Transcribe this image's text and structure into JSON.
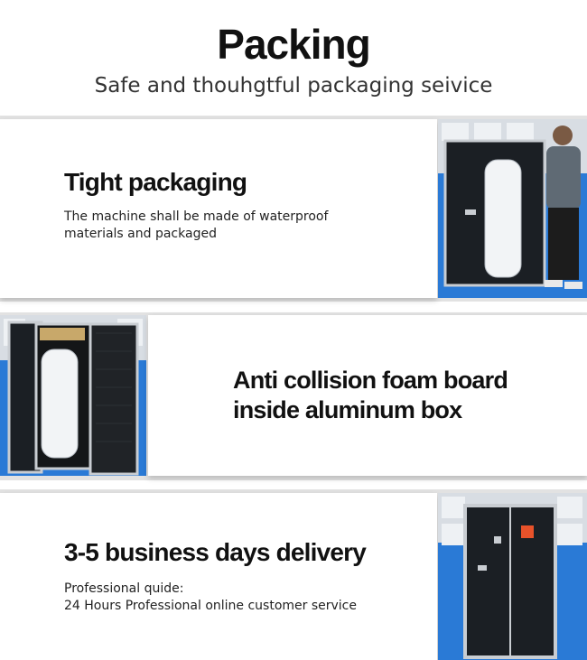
{
  "header": {
    "title": "Packing",
    "subtitle": "Safe and thouhgtful packaging seivice"
  },
  "sections": [
    {
      "heading": "Tight packaging",
      "body_lines": [
        "The machine shall be made of waterproof",
        "materials and packaged"
      ],
      "photo_icon": "case-with-machine-and-person-photo"
    },
    {
      "heading_lines": [
        "Anti collision foam board",
        "inside aluminum box"
      ],
      "photo_icon": "open-case-with-foam-photo"
    },
    {
      "heading": "3-5 business days delivery",
      "body_lines": [
        "Professional quide:",
        "24 Hours Professional online customer service"
      ],
      "photo_icon": "closed-aluminum-case-photo"
    }
  ],
  "colors": {
    "floor_blue": "#1e6fd0",
    "case_black": "#1b1f24",
    "case_trim": "#c9cdd2",
    "card_bg": "#ffffff",
    "band_bg": "#e2e2e2"
  }
}
